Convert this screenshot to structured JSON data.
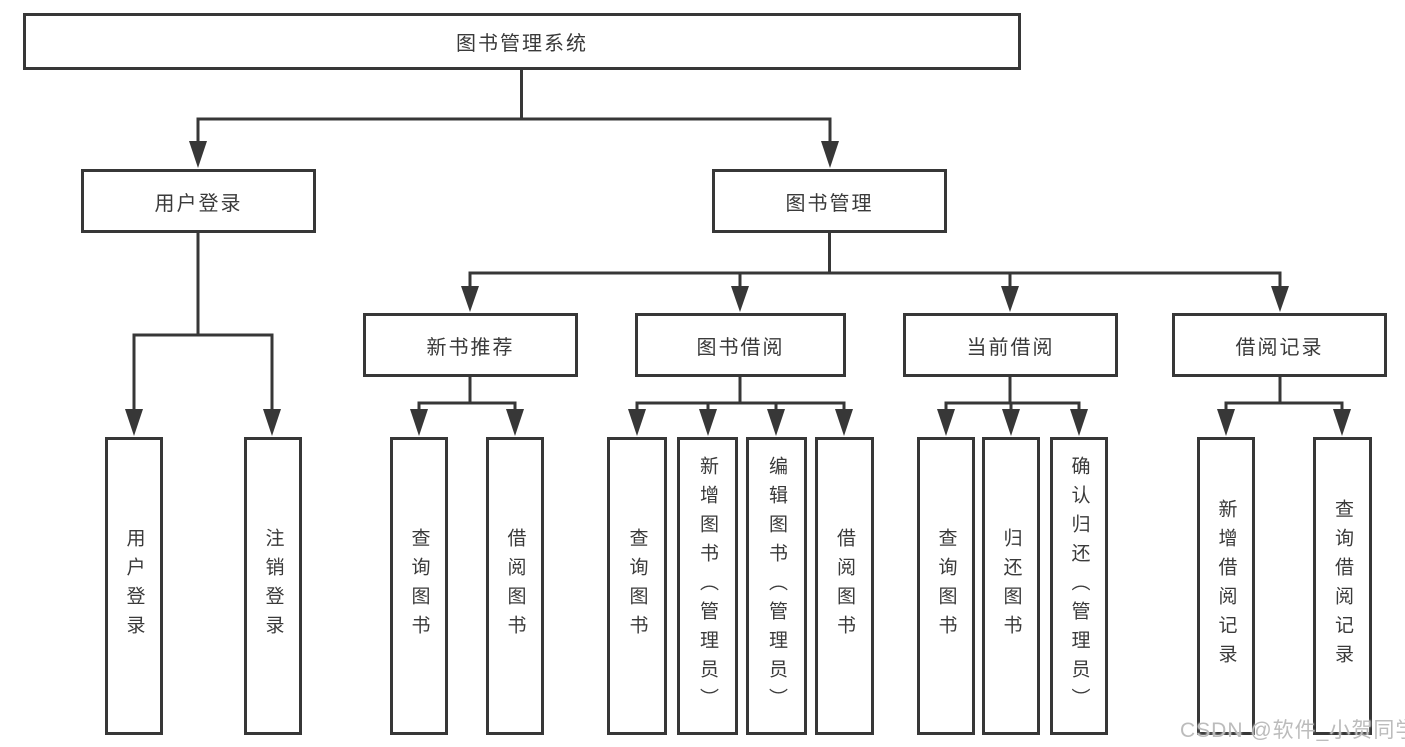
{
  "colors": {
    "line": "#373737",
    "border": "#373737",
    "text": "#3a3a3a",
    "watermark": "#bcbcbc",
    "background": "#ffffff"
  },
  "watermark": "CSDN @软件_小贺同学",
  "tree": {
    "root": {
      "label": "图书管理系统"
    },
    "branches": [
      {
        "label": "用户登录",
        "children": [
          {
            "label": "用户登录"
          },
          {
            "label": "注销登录"
          }
        ]
      },
      {
        "label": "图书管理",
        "groups": [
          {
            "label": "新书推荐",
            "children": [
              {
                "label": "查询图书"
              },
              {
                "label": "借阅图书"
              }
            ]
          },
          {
            "label": "图书借阅",
            "children": [
              {
                "label": "查询图书"
              },
              {
                "label": "新增图书（管理员）"
              },
              {
                "label": "编辑图书（管理员）"
              },
              {
                "label": "借阅图书"
              }
            ]
          },
          {
            "label": "当前借阅",
            "children": [
              {
                "label": "查询图书"
              },
              {
                "label": "归还图书"
              },
              {
                "label": "确认归还（管理员）"
              }
            ]
          },
          {
            "label": "借阅记录",
            "children": [
              {
                "label": "新增借阅记录"
              },
              {
                "label": "查询借阅记录"
              }
            ]
          }
        ]
      }
    ]
  }
}
